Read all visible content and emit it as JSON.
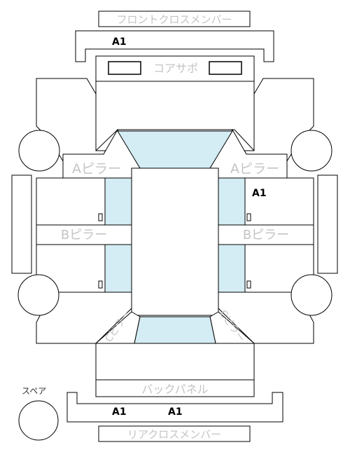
{
  "front_cross_member": "フロントクロスメンバー",
  "core_support": "コアサポ",
  "a_pillar_left": "Aピラー",
  "a_pillar_right": "Aピラー",
  "b_pillar_left": "Bピラー",
  "b_pillar_right": "Bピラー",
  "c_pillar_left": "Cピラー",
  "c_pillar_right": "Cピラー",
  "back_panel": "バックパネル",
  "spare": "スペア",
  "rear_cross_member": "リアクロスメンバー",
  "marks": {
    "front_cross_member": "A1",
    "right_body": "A1",
    "rear_cross_member_1": "A1",
    "rear_cross_member_2": "A1"
  },
  "colors": {
    "glass": "#d4ecf3",
    "line": "#000000",
    "label": "#c4c4c4"
  }
}
